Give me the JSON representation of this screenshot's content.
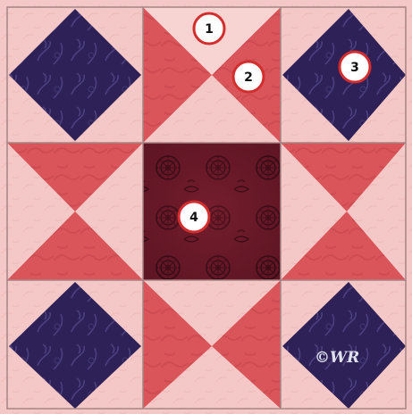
{
  "colors": {
    "background_pink": "#f4c8c6",
    "pink_shadow": "#ebb3b2",
    "navy": "#2d2157",
    "navy_swirl": "#4b3f7e",
    "coral": "#d9555a",
    "coral_dark": "#c7454b",
    "center_fabric": "#6a1a2a",
    "center_pattern": "#2d0710",
    "seam": "#a78486",
    "badge_fill": "#ffffff",
    "badge_ring": "#d32d2d"
  },
  "badges": [
    {
      "number": "1"
    },
    {
      "number": "2"
    },
    {
      "number": "3"
    },
    {
      "number": "4"
    }
  ],
  "signature": "©WR"
}
